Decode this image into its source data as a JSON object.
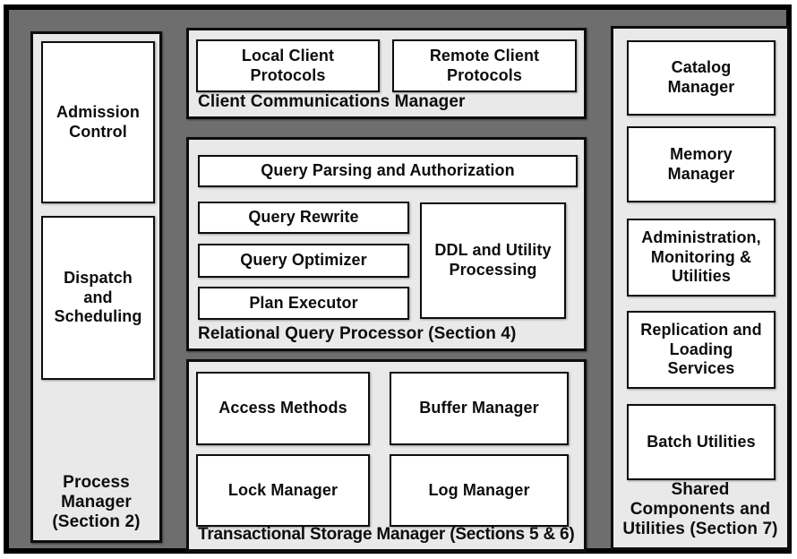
{
  "diagram_title": "DBMS Architecture Diagram",
  "colors": {
    "background": "#6e6e6e",
    "panel": "#e9e9e9",
    "box": "#ffffff",
    "border": "#0d0d0d",
    "frame": "#000000",
    "text": "#0d0d0d"
  },
  "panels": {
    "process_manager": {
      "label": [
        "Process",
        "Manager",
        "(Section 2)"
      ],
      "boxes": {
        "admission": [
          "Admission",
          "Control"
        ],
        "dispatch": [
          "Dispatch",
          "and",
          "Scheduling"
        ]
      }
    },
    "client_comm": {
      "label": "Client Communications Manager",
      "boxes": {
        "local": [
          "Local Client",
          "Protocols"
        ],
        "remote": [
          "Remote Client",
          "Protocols"
        ]
      }
    },
    "query_processor": {
      "label": "Relational Query Processor (Section 4)",
      "boxes": {
        "parsing": "Query Parsing and Authorization",
        "rewrite": "Query Rewrite",
        "optimizer": "Query Optimizer",
        "executor": "Plan Executor",
        "ddl": [
          "DDL and Utility",
          "Processing"
        ]
      }
    },
    "storage_manager": {
      "label": "Transactional Storage Manager (Sections 5 & 6)",
      "boxes": {
        "access": "Access Methods",
        "buffer": "Buffer Manager",
        "lock": "Lock Manager",
        "log": "Log Manager"
      }
    },
    "shared_components": {
      "label": [
        "Shared",
        "Components and",
        "Utilities (Section 7)"
      ],
      "boxes": {
        "catalog": [
          "Catalog",
          "Manager"
        ],
        "memory": [
          "Memory",
          "Manager"
        ],
        "admin": [
          "Administration,",
          "Monitoring &",
          "Utilities"
        ],
        "replication": [
          "Replication and",
          "Loading",
          "Services"
        ],
        "batch": "Batch Utilities"
      }
    }
  }
}
